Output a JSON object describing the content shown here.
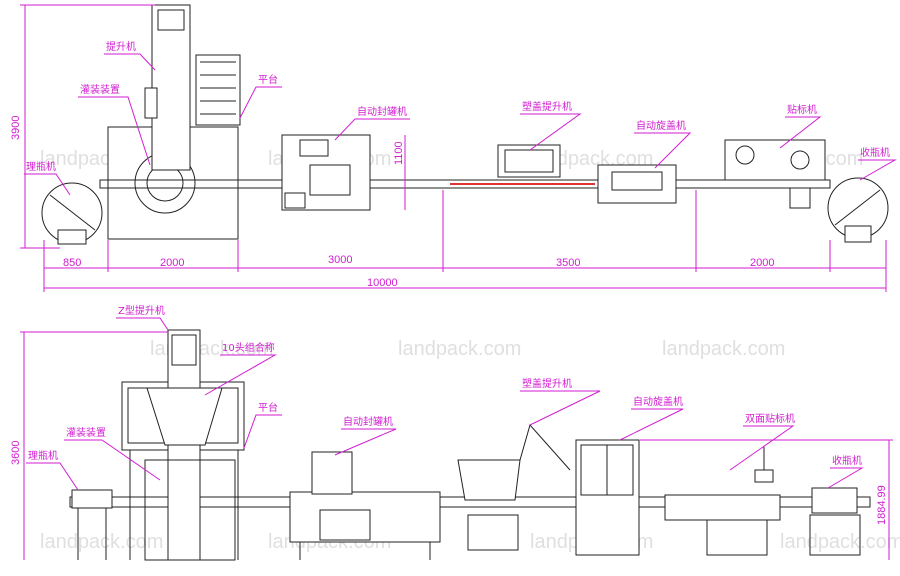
{
  "watermark": "landpack.com",
  "top_view": {
    "labels": {
      "elevator": "提升机",
      "filling_device": "灌装装置",
      "platform": "平台",
      "bottle_unscrambler": "理瓶机",
      "can_sealer": "自动封罐机",
      "cap_elevator": "塑盖提升机",
      "capper": "自动旋盖机",
      "labeler": "贴标机",
      "bottle_collector": "收瓶机"
    },
    "dimensions": {
      "height": "3900",
      "sealer_width": "1100",
      "seg1": "850",
      "seg2": "2000",
      "seg3": "3000",
      "seg4": "3500",
      "seg5": "2000",
      "total": "10000"
    }
  },
  "side_view": {
    "labels": {
      "z_elevator": "Z型提升机",
      "weigher": "10头组合称",
      "platform": "平台",
      "filling_device": "灌装装置",
      "bottle_unscrambler": "理瓶机",
      "can_sealer": "自动封罐机",
      "cap_elevator": "塑盖提升机",
      "capper": "自动旋盖机",
      "double_labeler": "双面贴标机",
      "bottle_collector": "收瓶机"
    },
    "dimensions": {
      "height": "3600",
      "capper_height": "1884.99"
    }
  }
}
